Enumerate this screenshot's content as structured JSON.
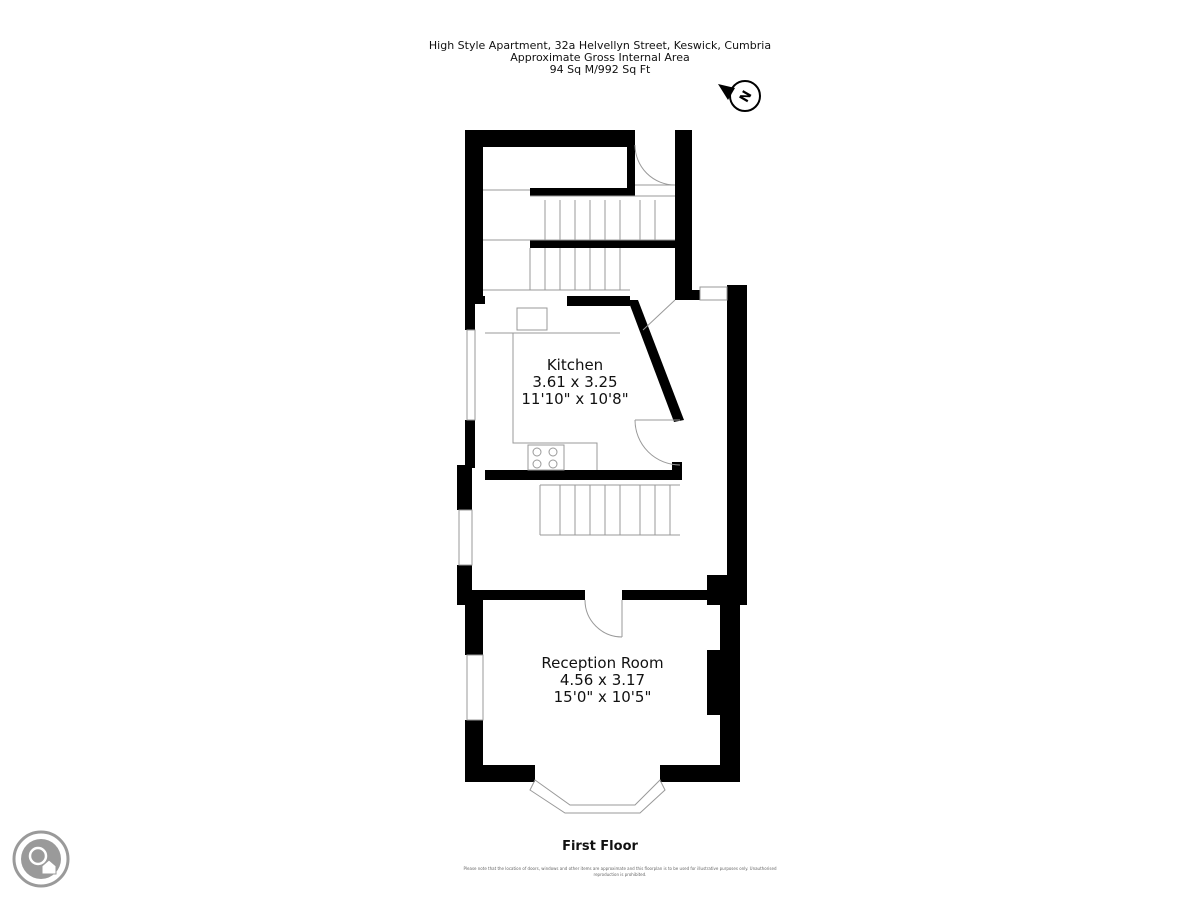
{
  "header": {
    "title": "High Style Apartment, 32a Helvellyn Street, Keswick, Cumbria",
    "subtitle": "Approximate Gross Internal Area",
    "area": "94 Sq M/992 Sq Ft"
  },
  "compass": {
    "label": "N"
  },
  "rooms": [
    {
      "name": "Kitchen",
      "metric": "3.61 x 3.25",
      "imperial": "11'10\" x 10'8\""
    },
    {
      "name": "Reception Room",
      "metric": "4.56 x 3.17",
      "imperial": "15'0\" x 10'5\""
    }
  ],
  "floor_label": "First Floor",
  "disclaimer": "Please note that the location of doors, windows and other items are approximate and this floorplan is to be used for illustrative purposes only. Unauthorised reproduction is prohibited.",
  "colors": {
    "wall": "#000000",
    "line": "#999999",
    "logo": "#9a9a9a"
  }
}
